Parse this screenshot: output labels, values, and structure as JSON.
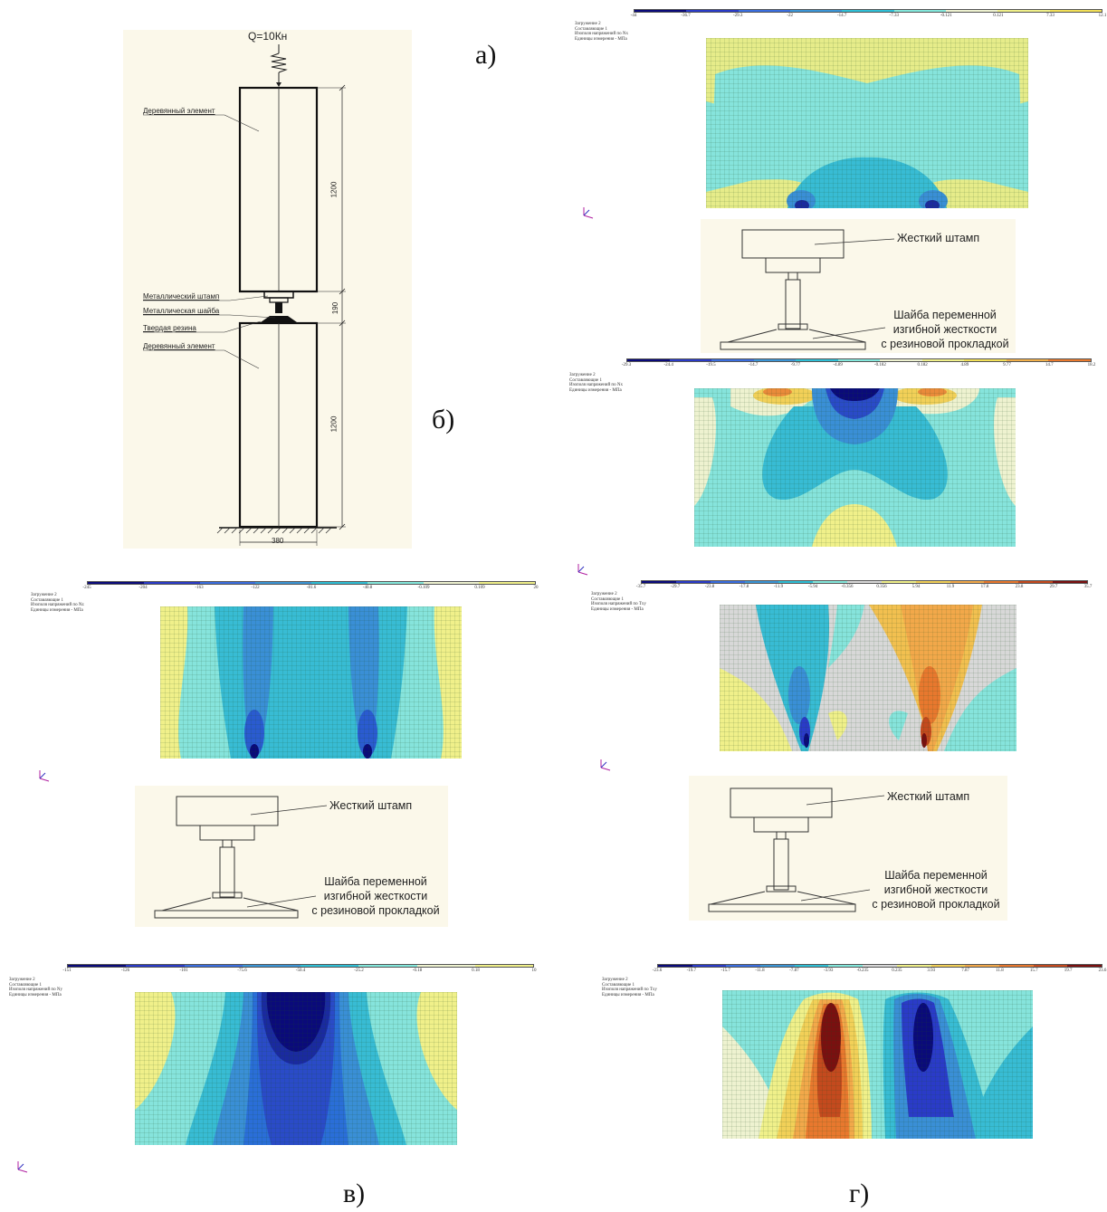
{
  "panel_letters": {
    "a": "а)",
    "b": "б)",
    "v": "в)",
    "g": "г)"
  },
  "schematic_main": {
    "load_label": "Q=10Кн",
    "labels": {
      "wood_top": "Деревянный элемент",
      "metal_stamp": "Металлический штамп",
      "metal_washer": "Металлическая шайба",
      "hard_rubber": "Твердая резина",
      "wood_bottom": "Деревянный элемент"
    },
    "dims": {
      "top_height": "1200",
      "gap": "190",
      "bottom_height": "1200",
      "width": "380"
    }
  },
  "callout_labels": {
    "stamp": "Жесткий штамп",
    "washer_line1": "Шайба переменной",
    "washer_line2": "изгибной жесткости",
    "washer_line3": "с резиновой прокладкой"
  },
  "meta_tr": [
    "Загружение 2",
    "Составляющие 1",
    "Изополя напряжений по Nx",
    "Единицы измерения - МПа"
  ],
  "meta_b_left": [
    "Загружение 2",
    "Составляющие 1",
    "Изополя напряжений по Nz",
    "Единицы измерения - МПа"
  ],
  "meta_mid_right_top": [
    "Загружение 2",
    "Составляющие 1",
    "Изополя напряжений по Nx",
    "Единицы измерения - МПа"
  ],
  "meta_mid_right_bottom": [
    "Загружение 2",
    "Составляющие 1",
    "Изополя напряжений по Txy",
    "Единицы измерения - МПа"
  ],
  "meta_bottom_left": [
    "Загружение 2",
    "Составляющие 1",
    "Изополя напряжений по Ny",
    "Единицы измерения - МПа"
  ],
  "meta_bottom_right": [
    "Загружение 2",
    "Составляющие 1",
    "Изополя напряжений по Txy",
    "Единицы измерения - МПа"
  ],
  "legend1": {
    "ticks": [
      "-44",
      "-36.7",
      "-29.3",
      "-22",
      "-14.7",
      "-7.33",
      "-0.121",
      "0.121",
      "7.33",
      "12.1"
    ],
    "colors": [
      "#0a0a7a",
      "#2a3bc8",
      "#3a6ee0",
      "#3b95d6",
      "#2fbfd6",
      "#84e8dc",
      "#eef2d0",
      "#f0f08a",
      "#f2e058"
    ]
  },
  "legend2": {
    "ticks": [
      "-29.3",
      "-24.4",
      "-19.5",
      "-14.7",
      "-9.77",
      "-4.89",
      "-0.182",
      "0.182",
      "4.89",
      "9.77",
      "14.7",
      "18.2"
    ],
    "colors": [
      "#0a0a7a",
      "#2a3bc8",
      "#3a6ee0",
      "#3b95d6",
      "#2fbfd6",
      "#84e8dc",
      "#eef2d0",
      "#f0f08a",
      "#f2e058",
      "#f2b04a",
      "#ea7a2e"
    ]
  },
  "legend3": {
    "ticks": [
      "-245",
      "-204",
      "-163",
      "-122",
      "-81.6",
      "-40.8",
      "-0.109",
      "0.109",
      "20"
    ],
    "colors": [
      "#0a0a7a",
      "#2a3bc8",
      "#3a6ee0",
      "#3b95d6",
      "#2fbfd6",
      "#84e8dc",
      "#eef2d0",
      "#f0f08a"
    ]
  },
  "legend4": {
    "ticks": [
      "-35.7",
      "-29.7",
      "-23.8",
      "-17.8",
      "-11.9",
      "-5.94",
      "-0.356",
      "0.356",
      "5.94",
      "11.9",
      "17.8",
      "23.8",
      "29.7",
      "35.7"
    ],
    "colors": [
      "#0a0a7a",
      "#2a3bc8",
      "#3a6ee0",
      "#3b95d6",
      "#2fbfd6",
      "#84e8dc",
      "#d8d8d8",
      "#f0f08a",
      "#f2d058",
      "#f2a84a",
      "#e8782e",
      "#c44a1e",
      "#7a1010"
    ]
  },
  "legend5": {
    "ticks": [
      "-151",
      "-126",
      "-101",
      "-75.6",
      "-50.4",
      "-25.2",
      "-0.18",
      "0.18",
      "10"
    ],
    "colors": [
      "#0a0a7a",
      "#2a3bc8",
      "#3a6ee0",
      "#3b95d6",
      "#2fbfd6",
      "#84e8dc",
      "#eef2d0",
      "#f0f08a"
    ]
  },
  "legend6": {
    "ticks": [
      "-23.6",
      "-19.7",
      "-15.7",
      "-11.8",
      "-7.87",
      "-3.93",
      "-0.235",
      "0.235",
      "3.93",
      "7.87",
      "11.8",
      "15.7",
      "19.7",
      "23.6"
    ],
    "colors": [
      "#0a0a7a",
      "#2a3bc8",
      "#3a6ee0",
      "#3b95d6",
      "#2fbfd6",
      "#84e8dc",
      "#d8d8d8",
      "#f0f08a",
      "#f2d058",
      "#f2a84a",
      "#e8782e",
      "#c44a1e",
      "#7a1010"
    ]
  },
  "axes_label": {
    "z": "z",
    "y": "y",
    "x": "x"
  }
}
